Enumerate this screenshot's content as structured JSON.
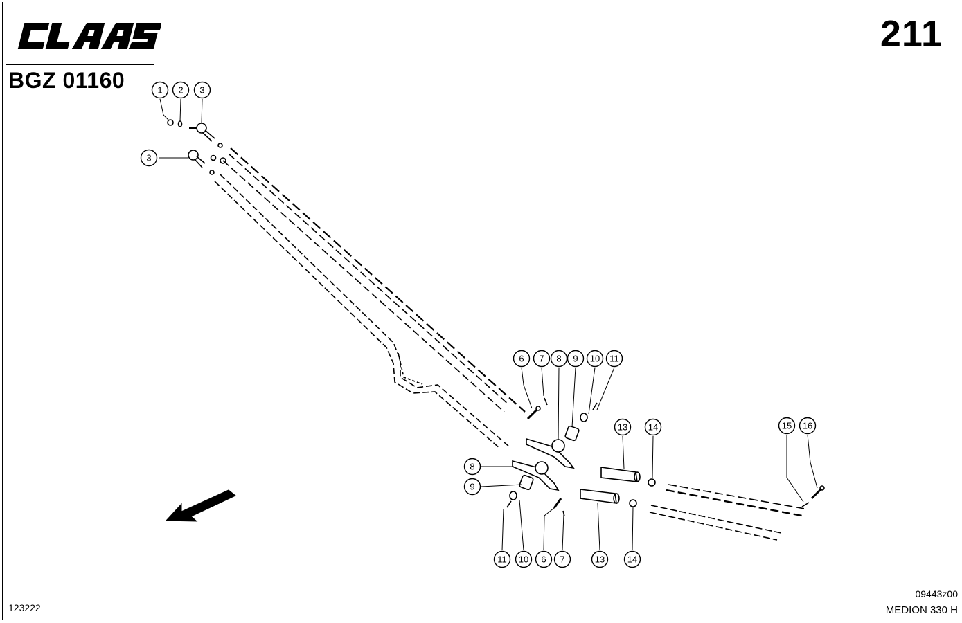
{
  "header": {
    "brand": "CLAAS",
    "doc_code": "BGZ 01160",
    "page_number": "211"
  },
  "footer": {
    "left_number": "123222",
    "drawing_number": "09443z00",
    "model_name": "MEDION 330 H"
  },
  "callouts": [
    "1",
    "2",
    "3",
    "3",
    "6",
    "7",
    "8",
    "9",
    "10",
    "11",
    "13",
    "14",
    "15",
    "16",
    "8",
    "9",
    "11",
    "10",
    "6",
    "7",
    "13",
    "14"
  ],
  "icons": {
    "direction": "direction-arrow-icon"
  },
  "colors": {
    "ink": "#000000",
    "paper": "#ffffff"
  }
}
